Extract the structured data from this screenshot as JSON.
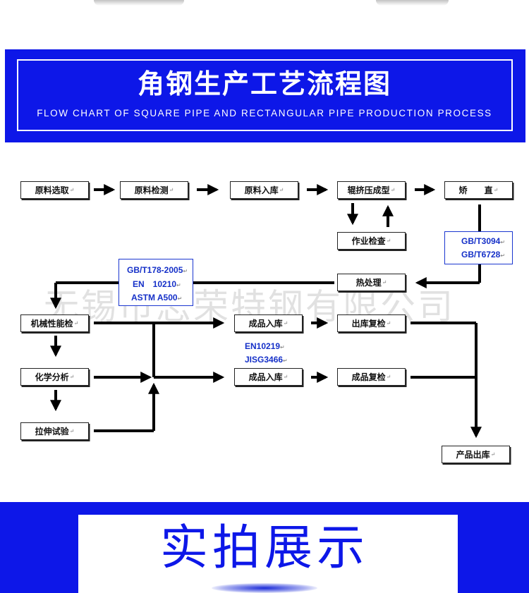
{
  "header": {
    "title_cn": "角钢生产工艺流程图",
    "title_en": "FLOW CHART OF SQUARE PIPE AND RECTANGULAR PIPE PRODUCTION PROCESS"
  },
  "paragraph_mark": "↵",
  "flow": {
    "raw_selection": "原料选取",
    "raw_inspection": "原料检测",
    "raw_storage": "原料入库",
    "roll_forming": "辊挤压成型",
    "straightening": "矫　　直",
    "operation_check": "作业检查",
    "heat_treatment": "热处理",
    "mechanical_test": "机械性能检",
    "chemical_analysis": "化学分析",
    "tensile_test": "拉伸试验",
    "product_storage_1": "成品入库",
    "product_storage_2": "成品入库",
    "outbound_recheck": "出库复检",
    "product_recheck": "成品复检",
    "product_outbound": "产品出库"
  },
  "standards": {
    "group_a": [
      "GB/T3094",
      "GB/T6728"
    ],
    "group_b": [
      "GB/T178-2005",
      "EN　10210",
      "ASTM A500"
    ],
    "group_c": [
      "EN10219",
      "JISG3466"
    ]
  },
  "watermark": "无锡市志荣特钢有限公司",
  "bottom": {
    "title": "实拍展示"
  },
  "colors": {
    "brand_blue": "#0d17e8",
    "standard_text": "#1530c8",
    "line": "#000000"
  }
}
